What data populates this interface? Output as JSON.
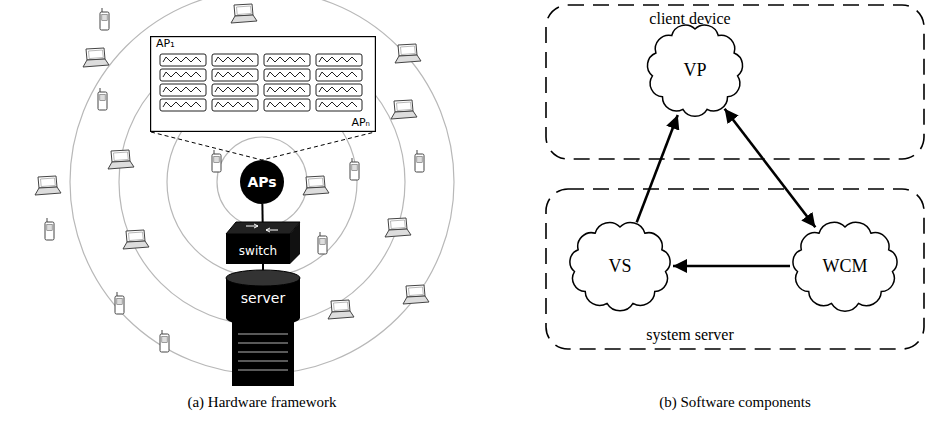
{
  "diagram": {
    "nodes": [
      {
        "text": [
          "AP₁",
          "APₙ"
        ]
      },
      {
        "text": [
          "APs"
        ]
      },
      {
        "text": [
          "switch"
        ]
      },
      {
        "text": [
          "server"
        ]
      },
      {
        "text": [
          "client device"
        ]
      },
      {
        "text": [
          "VP"
        ],
        "in": 4
      },
      {
        "text": [
          "system server"
        ]
      },
      {
        "text": [
          "VS"
        ],
        "in": 6
      },
      {
        "text": [
          "WCM"
        ],
        "in": 6
      }
    ],
    "edges": [
      {
        "from": 1,
        "to": 0,
        "arrow": "none"
      },
      {
        "from": 1,
        "to": 2,
        "arrow": "none"
      },
      {
        "from": 2,
        "to": 3,
        "arrow": "none"
      },
      {
        "from": 7,
        "to": 5,
        "arrow": "to"
      },
      {
        "from": 5,
        "to": 8,
        "arrow": "both"
      },
      {
        "from": 8,
        "to": 7,
        "arrow": "to"
      }
    ],
    "labels": [
      "(a) Hardware framework",
      "(b) Software components"
    ]
  }
}
